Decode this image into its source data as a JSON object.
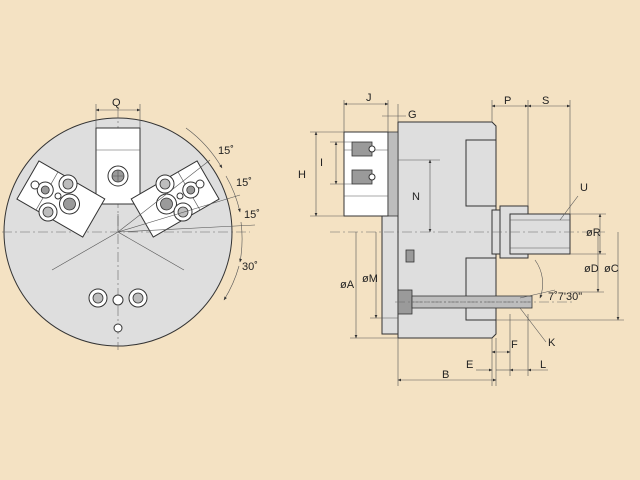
{
  "drawing": {
    "front_view": {
      "dims": {
        "q": "Q",
        "ang1": "15˚",
        "ang2": "15˚",
        "ang3": "15˚",
        "ang4": "30˚"
      }
    },
    "side_view": {
      "dims": {
        "j": "J",
        "g": "G",
        "p": "P",
        "s": "S",
        "h": "H",
        "i": "I",
        "n": "N",
        "u": "U",
        "r": "øR",
        "a": "øA",
        "m": "øM",
        "d": "øD",
        "c": "øC",
        "taper": "7˚7'30\"",
        "k": "K",
        "f": "F",
        "e": "E",
        "l": "L",
        "b": "B"
      }
    }
  },
  "colors": {
    "background": "#f4e2c3",
    "chuck_body": "#dedede",
    "jaw": "#ffffff",
    "line": "#333333"
  }
}
